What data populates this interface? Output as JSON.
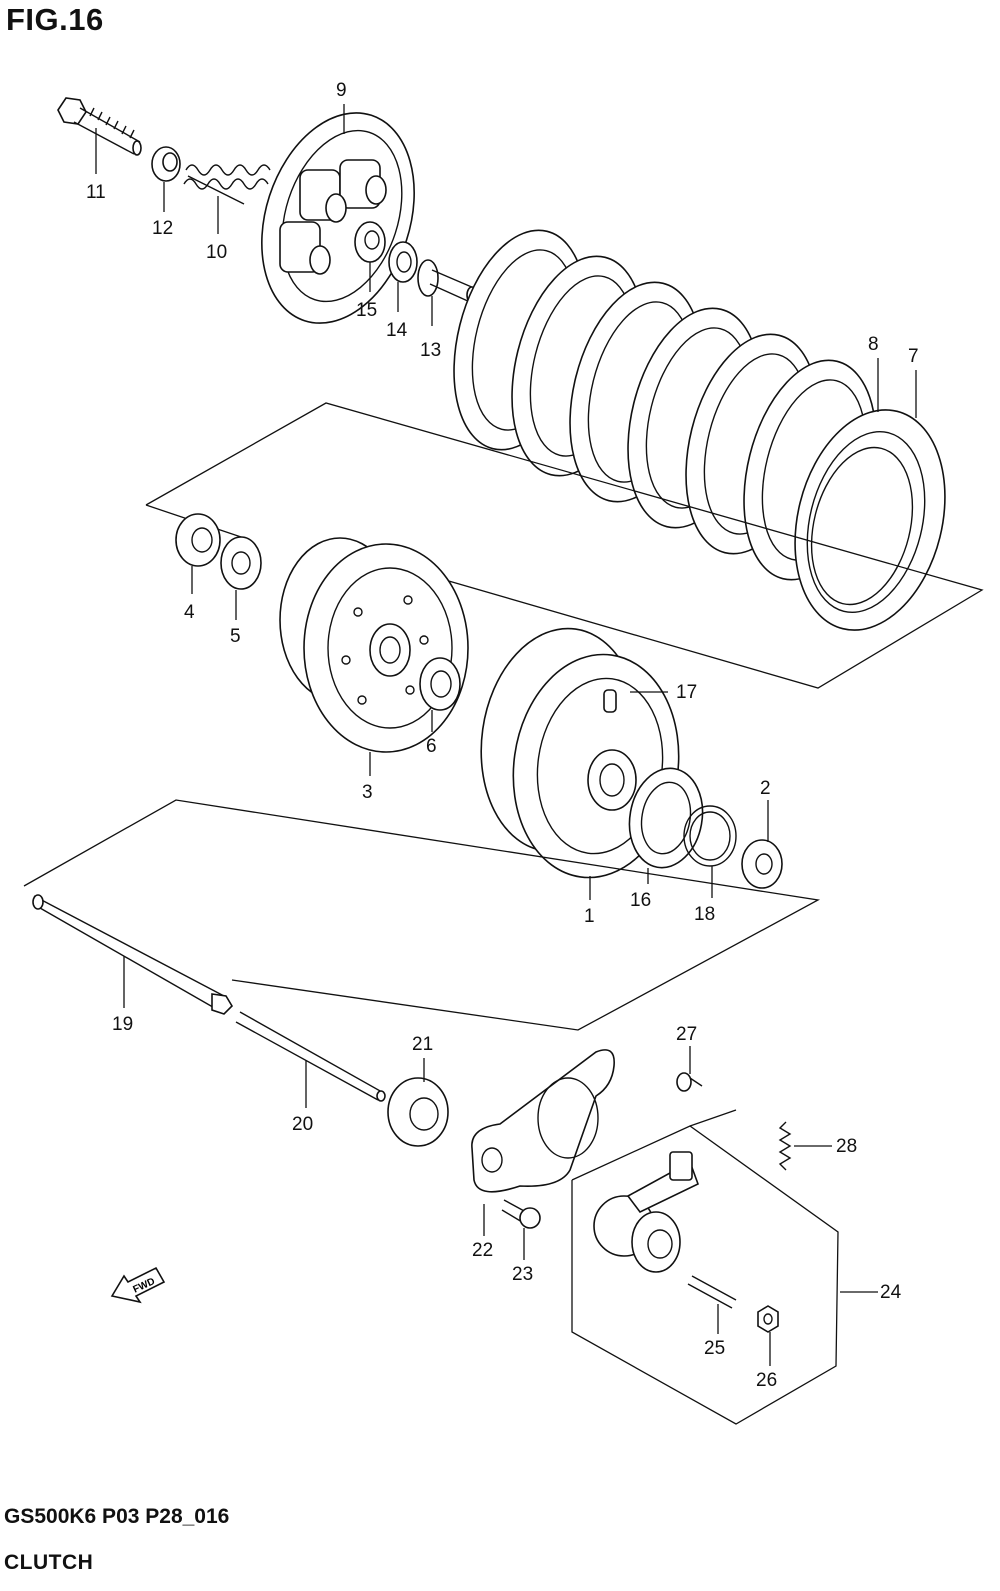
{
  "figure": {
    "title": "FIG.16",
    "model_code": "GS500K6 P03 P28_016",
    "name": "CLUTCH",
    "direction_label": "FWD"
  },
  "callouts": [
    {
      "id": "1",
      "label": "1"
    },
    {
      "id": "2",
      "label": "2"
    },
    {
      "id": "3",
      "label": "3"
    },
    {
      "id": "4",
      "label": "4"
    },
    {
      "id": "5",
      "label": "5"
    },
    {
      "id": "6",
      "label": "6"
    },
    {
      "id": "7",
      "label": "7"
    },
    {
      "id": "8",
      "label": "8"
    },
    {
      "id": "9",
      "label": "9"
    },
    {
      "id": "10",
      "label": "10"
    },
    {
      "id": "11",
      "label": "11"
    },
    {
      "id": "12",
      "label": "12"
    },
    {
      "id": "13",
      "label": "13"
    },
    {
      "id": "14",
      "label": "14"
    },
    {
      "id": "15",
      "label": "15"
    },
    {
      "id": "16",
      "label": "16"
    },
    {
      "id": "17",
      "label": "17"
    },
    {
      "id": "18",
      "label": "18"
    },
    {
      "id": "19",
      "label": "19"
    },
    {
      "id": "20",
      "label": "20"
    },
    {
      "id": "21",
      "label": "21"
    },
    {
      "id": "22",
      "label": "22"
    },
    {
      "id": "23",
      "label": "23"
    },
    {
      "id": "24",
      "label": "24"
    },
    {
      "id": "25",
      "label": "25"
    },
    {
      "id": "26",
      "label": "26"
    },
    {
      "id": "27",
      "label": "27"
    },
    {
      "id": "28",
      "label": "28"
    }
  ]
}
